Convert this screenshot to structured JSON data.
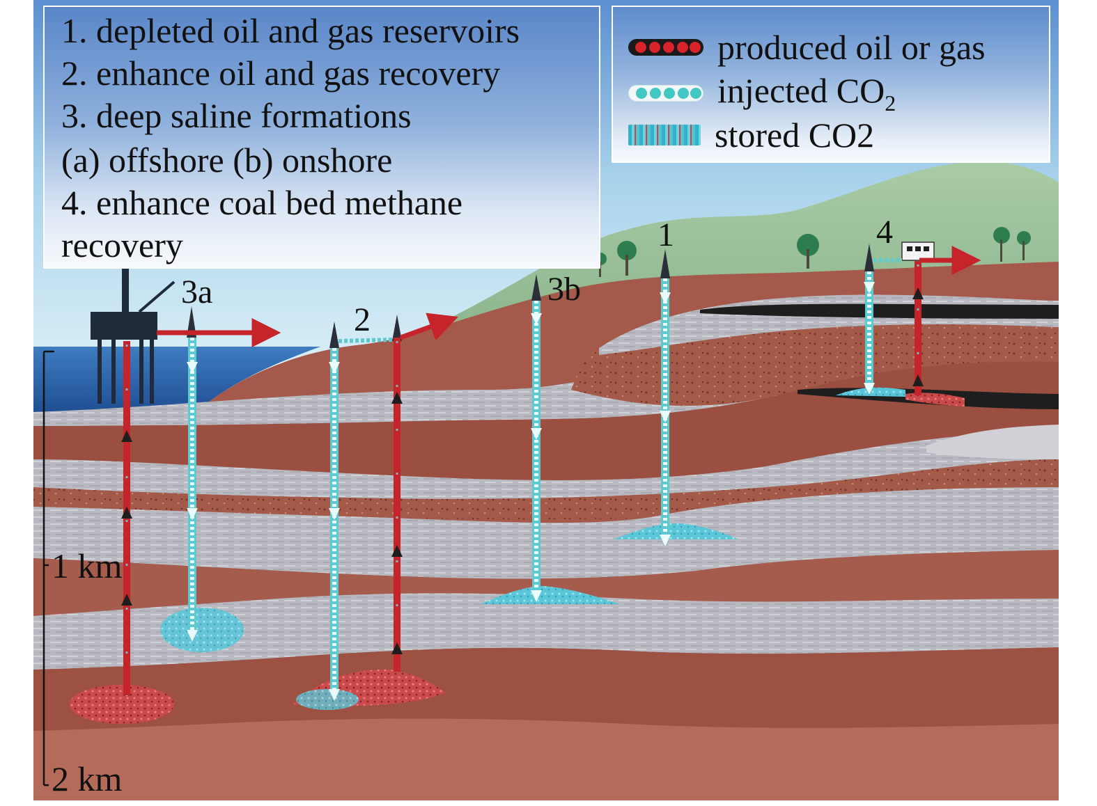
{
  "key": {
    "lines": [
      "1. depleted oil and gas reservoirs",
      "2. enhance oil and gas recovery",
      "3. deep saline formations",
      "(a) offshore (b) onshore",
      "4. enhance coal bed methane",
      "recovery"
    ]
  },
  "legend": {
    "produced": "produced oil or gas",
    "injected": "injected CO",
    "injected_sub": "2",
    "stored": "stored CO2"
  },
  "site_labels": {
    "s3a": "3a",
    "s2": "2",
    "s3b": "3b",
    "s1": "1",
    "s4": "4"
  },
  "depth_scale": {
    "km1": "1 km",
    "km2": "2 km"
  },
  "colors": {
    "produced": "#c5242b",
    "injected": "#5ec9cf",
    "stored": "#5cc6d9",
    "sea": "#2e63a8",
    "sky": "#a9d3ec",
    "hill": "#9fc39a",
    "rock_brown": "#9a4f40",
    "rock_light": "#c4c4cc",
    "coal": "#1e1e1e"
  },
  "icons": [
    "oil-platform-icon",
    "drilling-rig-icon",
    "tree-icon",
    "building-icon",
    "arrow-icon"
  ]
}
